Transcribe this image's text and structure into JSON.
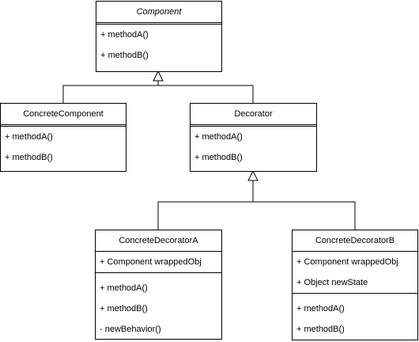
{
  "classes": {
    "component": {
      "name": "Component",
      "methods": [
        "+ methodA()",
        "+ methodB()"
      ]
    },
    "concrete_component": {
      "name": "ConcreteComponent",
      "methods": [
        "+ methodA()",
        "+ methodB()"
      ]
    },
    "decorator": {
      "name": "Decorator",
      "methods": [
        "+ methodA()",
        "+ methodB()"
      ]
    },
    "concrete_decorator_a": {
      "name": "ConcreteDecoratorA",
      "attributes": [
        "+ Component wrappedObj"
      ],
      "methods": [
        "+ methodA()",
        "+ methodB()",
        "- newBehavior()"
      ]
    },
    "concrete_decorator_b": {
      "name": "ConcreteDecoratorB",
      "attributes": [
        "+ Component wrappedObj",
        "+ Object newState"
      ],
      "methods": [
        "+ methodA()",
        "+ methodB()"
      ]
    }
  },
  "colors": {
    "line": "#000000",
    "fill": "#ffffff"
  }
}
